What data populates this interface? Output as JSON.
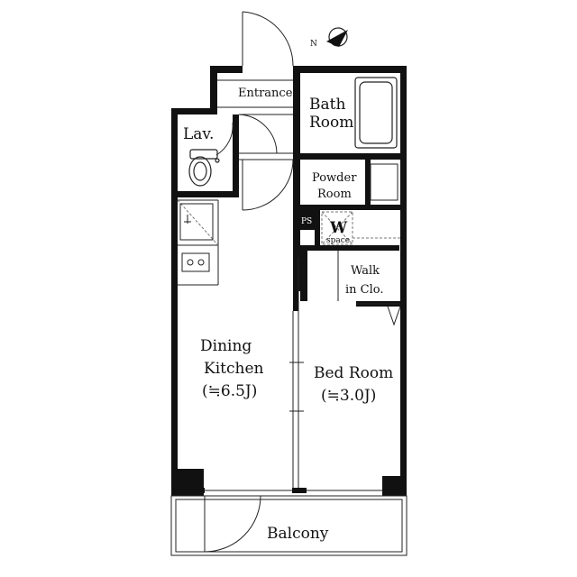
{
  "rooms": {
    "entrance": "Entrance",
    "bath_l1": "Bath",
    "bath_l2": "Room",
    "lav": "Lav.",
    "powder_l1": "Powder",
    "powder_l2": "Room",
    "ps": "PS",
    "washer_w": "W",
    "washer_space": "space",
    "walkin_l1": "Walk",
    "walkin_l2": "in Clo.",
    "dining_l1": "Dining",
    "dining_l2": "Kitchen",
    "dining_area": "(≒6.5J)",
    "bed_l1": "Bed Room",
    "bed_area": "(≒3.0J)",
    "balcony": "Balcony"
  },
  "compass": {
    "label": "N"
  },
  "colors": {
    "wall": "#111111",
    "line": "#222222",
    "dashed": "#777777"
  }
}
